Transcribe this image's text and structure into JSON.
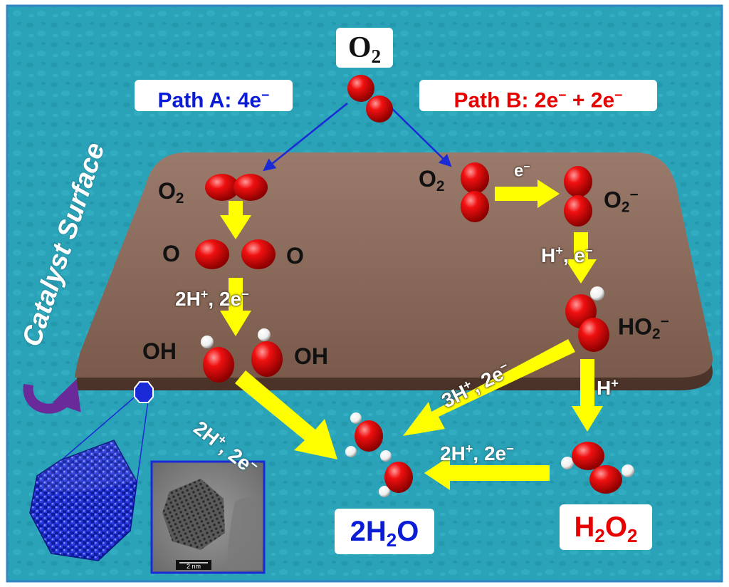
{
  "colors": {
    "background": "#2aa3b8",
    "border": "#2f86c0",
    "catalyst_surface": "#8a6a5a",
    "oxygen": "#e60000",
    "hydrogen": "#ffffff",
    "reaction_arrow": "#ffff00",
    "path_a": "#0a1cd6",
    "path_b": "#e60000",
    "product_water": "#0a1cd6",
    "product_peroxide": "#e60000",
    "curved_arrow": "#6a2a9a",
    "nanoparticle": "#1a2acc"
  },
  "top_species": {
    "base": "O",
    "sub": "2"
  },
  "path_a": {
    "text": "Path A: 4e",
    "sup": "−"
  },
  "path_b": {
    "text": "Path B: 2e",
    "sup1": "−",
    "mid": " + 2e",
    "sup2": "−"
  },
  "surface_label": "Catalyst Surface",
  "path_a_steps": {
    "o2": {
      "base": "O",
      "sub": "2"
    },
    "o_left": "O",
    "o_right": "O",
    "step1": {
      "a": "2H",
      "a_sup": "+",
      "b": ", 2e",
      "b_sup": "−"
    },
    "oh_left": "OH",
    "oh_right": "OH",
    "step2": {
      "a": "2H",
      "a_sup": "+",
      "b": ", 2e",
      "b_sup": "−"
    }
  },
  "path_b_steps": {
    "o2": {
      "base": "O",
      "sub": "2"
    },
    "e_label": {
      "base": "e",
      "sup": "−"
    },
    "superoxide": {
      "base": "O",
      "sub": "2",
      "sup": "−"
    },
    "step1": {
      "a": "H",
      "a_sup": "+",
      "b": ", e",
      "b_sup": "−"
    },
    "ho2": {
      "base": "HO",
      "sub": "2",
      "sup": "−"
    },
    "step_3h": {
      "a": "3H",
      "a_sup": "+",
      "b": ", 2e",
      "b_sup": "−"
    },
    "step_h": {
      "a": "H",
      "a_sup": "+"
    },
    "step_2h": {
      "a": "2H",
      "a_sup": "+",
      "b": ", 2e",
      "b_sup": "−"
    }
  },
  "products": {
    "water": {
      "coef": "2",
      "a": "H",
      "sub": "2",
      "b": "O"
    },
    "peroxide": {
      "a": "H",
      "sub1": "2",
      "b": "O",
      "sub2": "2"
    }
  },
  "tem_scale": "2 nm"
}
